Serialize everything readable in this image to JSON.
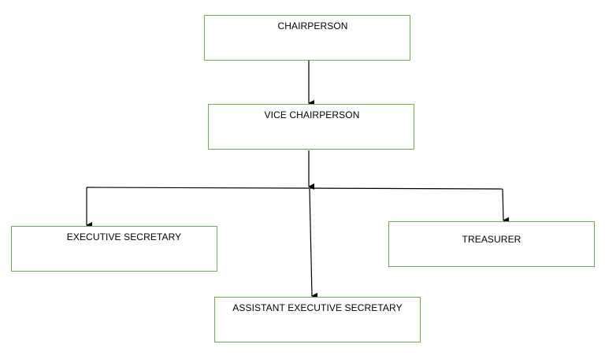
{
  "diagram": {
    "nodes": {
      "chairperson": "CHAIRPERSON",
      "vice_chairperson": "VICE CHAIRPERSON",
      "executive_secretary": "EXECUTIVE SECRETARY",
      "treasurer": "TREASURER",
      "assistant_executive_secretary": "ASSISTANT EXECUTIVE SECRETARY"
    },
    "edges": [
      {
        "from": "chairperson",
        "to": "vice_chairperson"
      },
      {
        "from": "vice_chairperson",
        "to": "executive_secretary"
      },
      {
        "from": "vice_chairperson",
        "to": "treasurer"
      },
      {
        "from": "vice_chairperson",
        "to": "assistant_executive_secretary"
      }
    ],
    "colors": {
      "box_border": "#70ad47",
      "line": "#000000",
      "text": "#000000"
    }
  }
}
